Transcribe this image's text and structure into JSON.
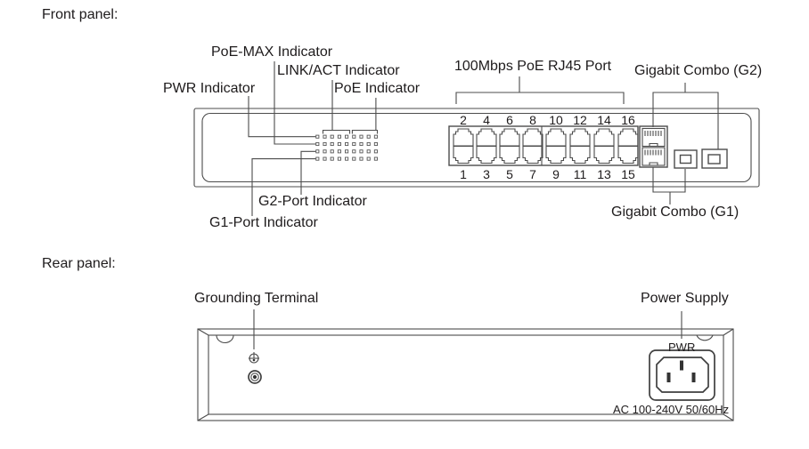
{
  "front": {
    "section_label": "Front panel:",
    "labels": {
      "poe_max": "PoE-MAX Indicator",
      "link_act": "LINK/ACT Indicator",
      "pwr": "PWR Indicator",
      "poe": "PoE Indicator",
      "rj45_port": "100Mbps PoE RJ45 Port",
      "combo_g2": "Gigabit Combo (G2)",
      "g2_port": "G2-Port Indicator",
      "g1_port": "G1-Port Indicator",
      "combo_g1": "Gigabit Combo (G1)"
    },
    "port_numbers_top": [
      "2",
      "4",
      "6",
      "8",
      "10",
      "12",
      "14",
      "16"
    ],
    "port_numbers_bottom": [
      "1",
      "3",
      "5",
      "7",
      "9",
      "11",
      "13",
      "15"
    ],
    "led_grid": {
      "rows": 4,
      "cols": 9
    }
  },
  "rear": {
    "section_label": "Rear panel:",
    "labels": {
      "grounding": "Grounding Terminal",
      "power_supply": "Power Supply",
      "pwr": "PWR",
      "rating": "AC 100-240V 50/60Hz"
    }
  },
  "colors": {
    "line": "#4c4c4c",
    "text": "#1e1b1c",
    "background": "#ffffff"
  }
}
